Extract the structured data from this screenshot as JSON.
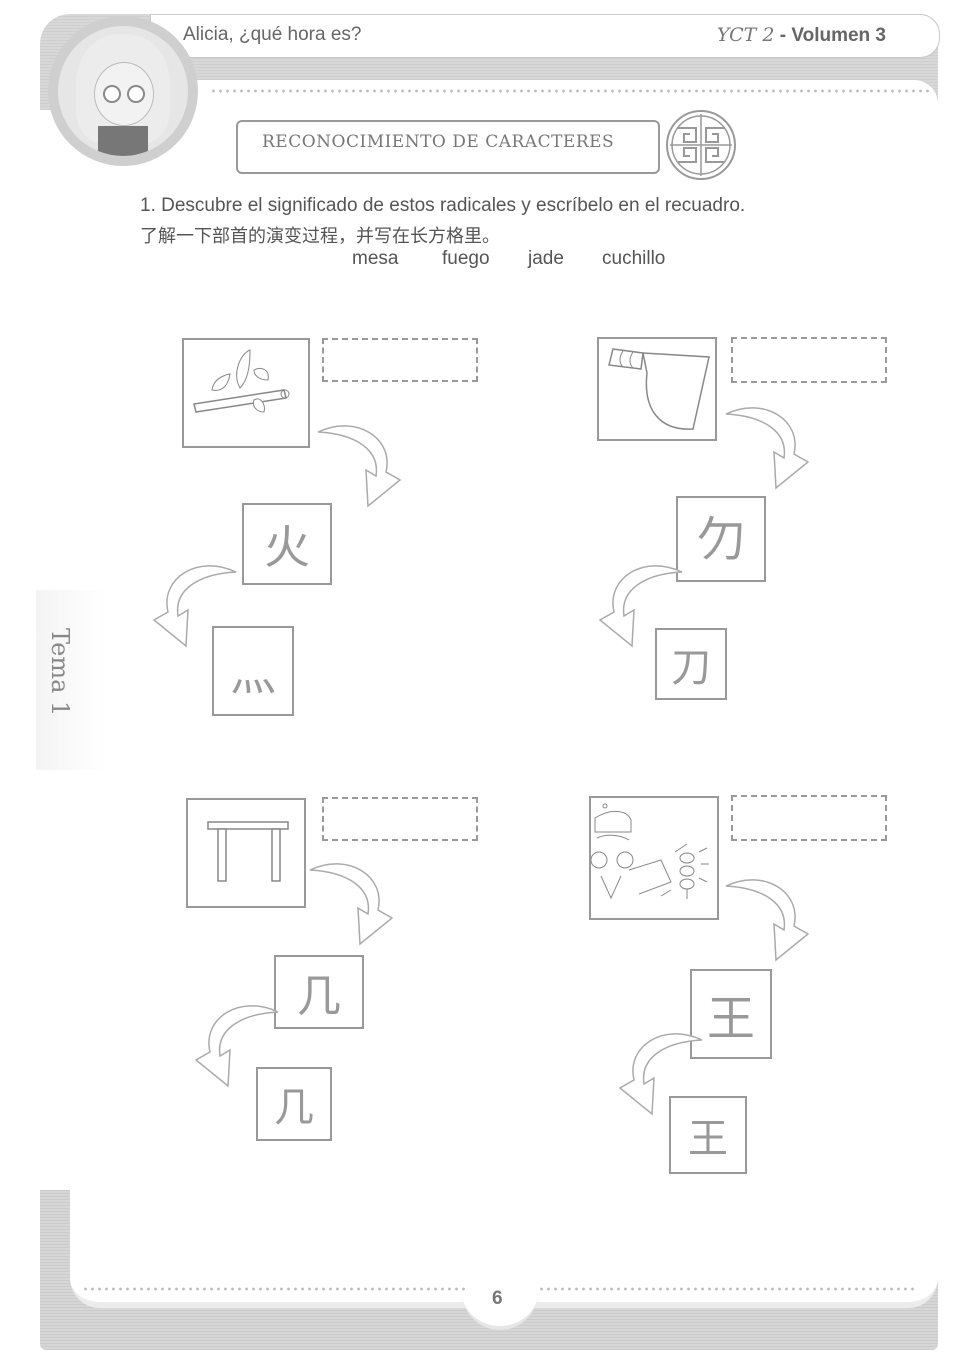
{
  "header": {
    "title": "Alicia, ¿qué hora es?",
    "series": "YCT 2",
    "volume": "- Volumen 3"
  },
  "section": {
    "banner": "RECONOCIMIENTO DE CARACTERES",
    "knot_icon": "chinese-knot-icon"
  },
  "exercise": {
    "instruction_es": "1. Descubre el significado de estos radicales y escríbelo en el recuadro.",
    "instruction_zh": "了解一下部首的演变过程，并写在长方格里。",
    "word_bank": [
      "mesa",
      "fuego",
      "jade",
      "cuchillo"
    ],
    "groups": [
      {
        "picture": "fire-branches-picture",
        "ancient": "火",
        "ancient_form": "pictograph-fire",
        "modern": "灬",
        "answer": ""
      },
      {
        "picture": "knife-picture",
        "ancient": "𠚣",
        "ancient_form": "pictograph-knife",
        "modern": "刀",
        "answer": ""
      },
      {
        "picture": "table-picture",
        "ancient": "几",
        "ancient_form": "pictograph-table",
        "modern": "几",
        "answer": ""
      },
      {
        "picture": "king-with-jade-picture",
        "ancient": "王",
        "ancient_form": "pictograph-jade",
        "modern": "王",
        "answer": ""
      }
    ]
  },
  "side_tab": {
    "label": "Tema 1"
  },
  "footer": {
    "page_number": "6"
  },
  "colors": {
    "band": "#d4d4d4",
    "line": "#999999",
    "text": "#555555"
  }
}
